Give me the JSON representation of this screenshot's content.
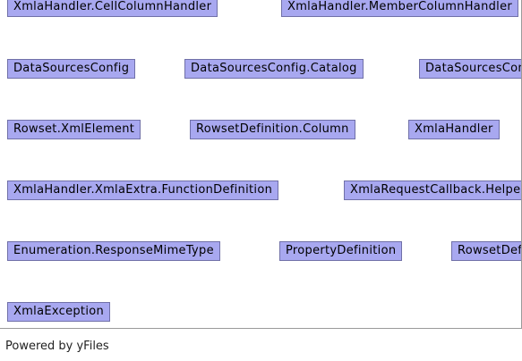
{
  "nodes": [
    "XmlaHandler.CellColumnHandler",
    "XmlaHandler.MemberColumnHandler",
    "DataSourcesConfig",
    "DataSourcesConfig.Catalog",
    "DataSourcesConfig.DataSource",
    "Rowset.XmlElement",
    "RowsetDefinition.Column",
    "XmlaHandler",
    "XmlaHandler.XmlaExtra.FunctionDefinition",
    "XmlaRequestCallback.Helper",
    "Enumeration.ResponseMimeType",
    "PropertyDefinition",
    "RowsetDefinition",
    "XmlaException"
  ],
  "footer": "Powered by yFiles",
  "colors": {
    "node_fill": "#a8a8f0",
    "node_border": "#7070a8"
  }
}
